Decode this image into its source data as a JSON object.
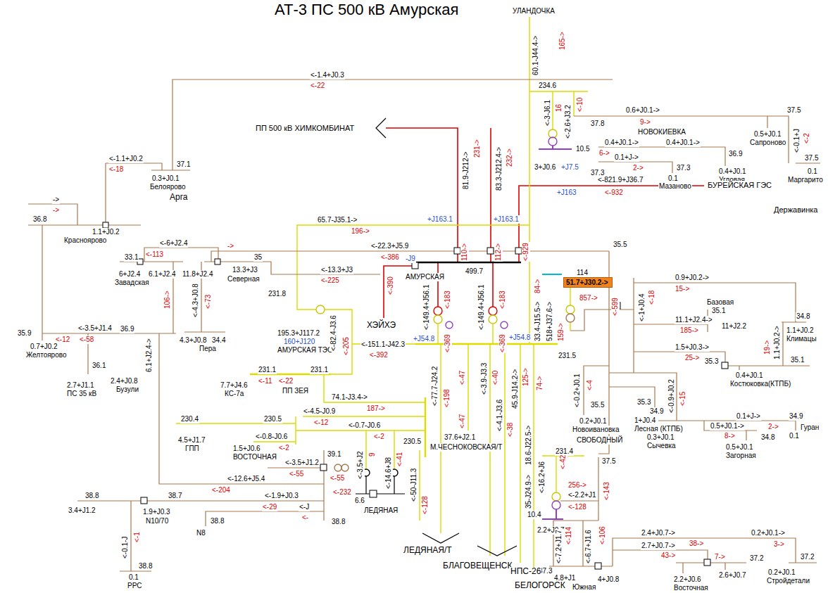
{
  "diagram": {
    "title": "АТ-3 ПС 500 кВ Амурская",
    "nodes": [
      {
        "text": [
          "51.7+J30.2->"
        ]
      }
    ],
    "labels": [
      "УЛАНДОЧКА",
      "60.1-J44.4->",
      "165->",
      "<-1.4+J0.3",
      "<-22",
      "234.6",
      "<-3-J6.1",
      "16",
      "<-2.6+J3.2",
      "<-10",
      "0.6+J0.1->",
      "9->",
      "37.5",
      "37.8",
      "НОВОКИЕВКА",
      "0.5+J0.1",
      "Сапроново",
      "<-0.1+J",
      "<-2",
      "37.5",
      "0.4+J0.1->",
      "0.4+J0.1->",
      "6->",
      "10.5",
      "36.9",
      "0.1+J->",
      "2->",
      "37.3",
      "37.3",
      "3+J0.6",
      "+J7.5",
      "0.1",
      "Мазаново",
      "0.4+J0.1",
      "Угловая",
      "0.1",
      "Маргарито",
      "<-821.9+J36.7",
      "<-932",
      "БУРЕЙСКАЯ ГЭС",
      "+J163",
      "Державинка",
      "ПП 500 кВ ХИМКОМБИНАТ",
      "81.9-J212->",
      "231->",
      "83.3-J212.4->",
      "232->",
      "+J163.1",
      "+J163.1",
      "65.7-J35.1->",
      "196->",
      "<-22.3+J5.9",
      "<-386",
      "<-13.3+J3",
      "<-225",
      "35.5",
      "499.7",
      "114",
      "0.9+J0.2->",
      "15->",
      "857->",
      "-J9",
      "110->",
      "112->",
      "<-929",
      "<-390",
      "АМУРСКАЯ",
      "<-149.4+J56.1",
      "<-183",
      "<-369",
      "<-149.4+J56.1",
      "<-183",
      "<-369",
      "+J54.8",
      "+J54.8",
      "84->",
      "33.4-J15.5->",
      "518+J37.6->",
      "159->",
      "<-599",
      "<-1+J0.4",
      "<-18",
      "Базовая",
      "35.1",
      "34.8",
      "1.1+J0.2",
      "Климацы",
      "11.1+J2.4->",
      "185->",
      "11+J2.2",
      "1.5+J0.3->",
      "25->",
      "1.1+J0.2->",
      "19->",
      "35.3",
      "35.1",
      "0.4+J0.1",
      "Костюковка(КТПБ)",
      "ХЭЙХЭ",
      "231.8",
      "195.3+J117.2",
      "160+J120",
      "АМУРСКАЯ ТЭС",
      "<-82.4-J3.6",
      "<-205",
      "<-151.1-J42.3",
      "<-392",
      "231.5",
      "<-0.2+J0.1",
      "<-4",
      "35.5",
      "0.2+J0.1",
      "Новоивановка",
      "35.3",
      "1+J0.4",
      "Лесная (КТПБ)",
      "СВОБОДНЫЙ",
      "<-0.9+J0.2",
      "<-15",
      "0.1+J->",
      "2->",
      "34.9",
      "34.9",
      "0.1",
      "Гуран",
      "0.5+J0.1->",
      "8->",
      "34.8",
      "0.3+J0.1",
      "Сычевка",
      "0.5+J0.1",
      "Загорная",
      "<-1.1+J0.2",
      "<-18",
      "37.1",
      "0.3+J0.1",
      "Белоярово",
      "Арга",
      "->",
      "->",
      "36.8",
      "1.1+J0.2",
      "Красноярово",
      "<-6+J2.4",
      "<-113",
      "33.1",
      "35",
      "->",
      "6+J2.4",
      "Завадская",
      "6.1+J2.4",
      "13.3+J3",
      "11.8+J2.4",
      "Северная",
      "<-4.3+J0.8",
      "<-73",
      "106->",
      "<-3.5+J1.4",
      "<-58",
      "<-12",
      "35.9",
      "36.9",
      "6.1+J2.4->",
      "4.3+J0.8",
      "Пера",
      "34.4",
      "0.7+J0.2",
      "Желтоярово",
      "36.1",
      "2.7+J1.1",
      "ПС 35 кВ",
      "2.4+J0.8",
      "Бузули",
      "231.1",
      "231.1",
      "7.7+J4.6",
      "КС-7а",
      "<-11",
      "<-22",
      "ПП ЗЕЯ",
      "74.1-J3.4->",
      "187->",
      "<-4.5-J0.9",
      "<-12",
      "230.4",
      "<-0.7-J0.6",
      "230.5",
      "<-2",
      "<-0.8-J0.6",
      "<-2",
      "4.5+J1.7",
      "ГПП",
      "1.5+J0.6",
      "ВОСТОЧНАЯ",
      "39.1",
      "230.5",
      "<-3.5+J2",
      "9",
      "<-14.6+J8",
      "<-41",
      "<-50-J11.3",
      "<-3.5+J1.2",
      "<-55",
      "<-55",
      "<-12.6+J5.4",
      "<-204",
      "<-232",
      "<-1.9+J0.3",
      "<-29",
      "<-J",
      "<-",
      "6.6",
      "ЛЕДЯНАЯ",
      "38.8",
      "38.7",
      "3.4+J1.2",
      "1.9+J0.3",
      "N10/70",
      "38.8",
      "N8",
      "38.8",
      "<-0.1-J",
      "<-1",
      "38.8",
      "0.1",
      "РРС",
      "<-128",
      "<-77.7-J24.2",
      "<-198",
      "<-47",
      "<-47",
      "<-3.9-J3.3",
      "<-40",
      "<-4.1-J3.6",
      "<-38",
      "45.9-J14.2->",
      "125->",
      "74->",
      "18.6-J22.5->",
      "35-J24.9->",
      "37.6+J2.1",
      "М.ЧЕСНОКОВСКАЯ/Т",
      "231.4",
      "<-16.2+J6",
      "<-42",
      "37.5",
      "256->",
      "<-2.2+J1",
      "<-128",
      "<-143",
      "10.4",
      "2.2+J0.7",
      "<-114",
      "<-106",
      "<-7.2+J1.7",
      "<-6.7+J1.6",
      "37.3",
      "4.8+J1",
      "Южная",
      "4+J0.8",
      "2.4+J0.7->",
      "38->",
      "2.7+J0.7->",
      "43->",
      "7->",
      "2.2+J0.6",
      "Восточная",
      "2.6+J0.7",
      "0.2+J0.1->",
      "3->",
      "37.2",
      "37.2",
      "0.2+J0.1",
      "Стройдетали",
      "ЛЕДЯНАЯ/Т",
      "БЛАГОВЕЩЕНСК",
      "НПС-26",
      "БЕЛОГОРСК"
    ]
  }
}
